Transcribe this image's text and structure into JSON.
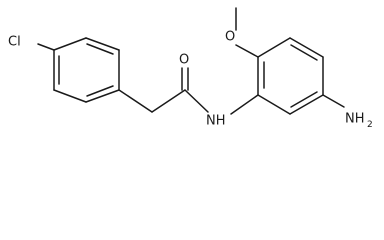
{
  "molecule": {
    "atoms": {
      "chlorine": "Cl",
      "carbonyl_oxygen": "O",
      "amide_nitrogen": "NH",
      "methoxy_oxygen": "O",
      "amine_nitrogen": "NH",
      "amine_h_count": "2"
    }
  }
}
